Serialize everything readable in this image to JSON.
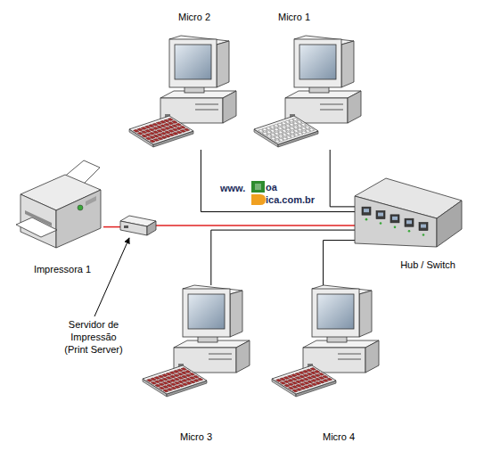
{
  "diagram": {
    "nodes": [
      {
        "text": [
          "Micro 2"
        ]
      },
      {
        "text": [
          "Micro 1"
        ]
      },
      {
        "text": [
          "Impressora 1"
        ]
      },
      {
        "text": [
          "Servidor de Impressão (Print Server)"
        ]
      },
      {
        "text": [
          "Hub / Switch"
        ]
      },
      {
        "text": [
          "Micro 3"
        ]
      },
      {
        "text": [
          "Micro 4"
        ]
      }
    ],
    "edges": [
      {
        "from": 0,
        "to": 4,
        "arrow": "none"
      },
      {
        "from": 1,
        "to": 4,
        "arrow": "none"
      },
      {
        "from": 2,
        "to": 3,
        "arrow": "none"
      },
      {
        "from": 3,
        "to": 4,
        "arrow": "none"
      },
      {
        "from": 5,
        "to": 4,
        "arrow": "none"
      },
      {
        "from": 6,
        "to": 4,
        "arrow": "none"
      }
    ],
    "labels": [
      "www.",
      "oa",
      "ica.com.br"
    ]
  }
}
